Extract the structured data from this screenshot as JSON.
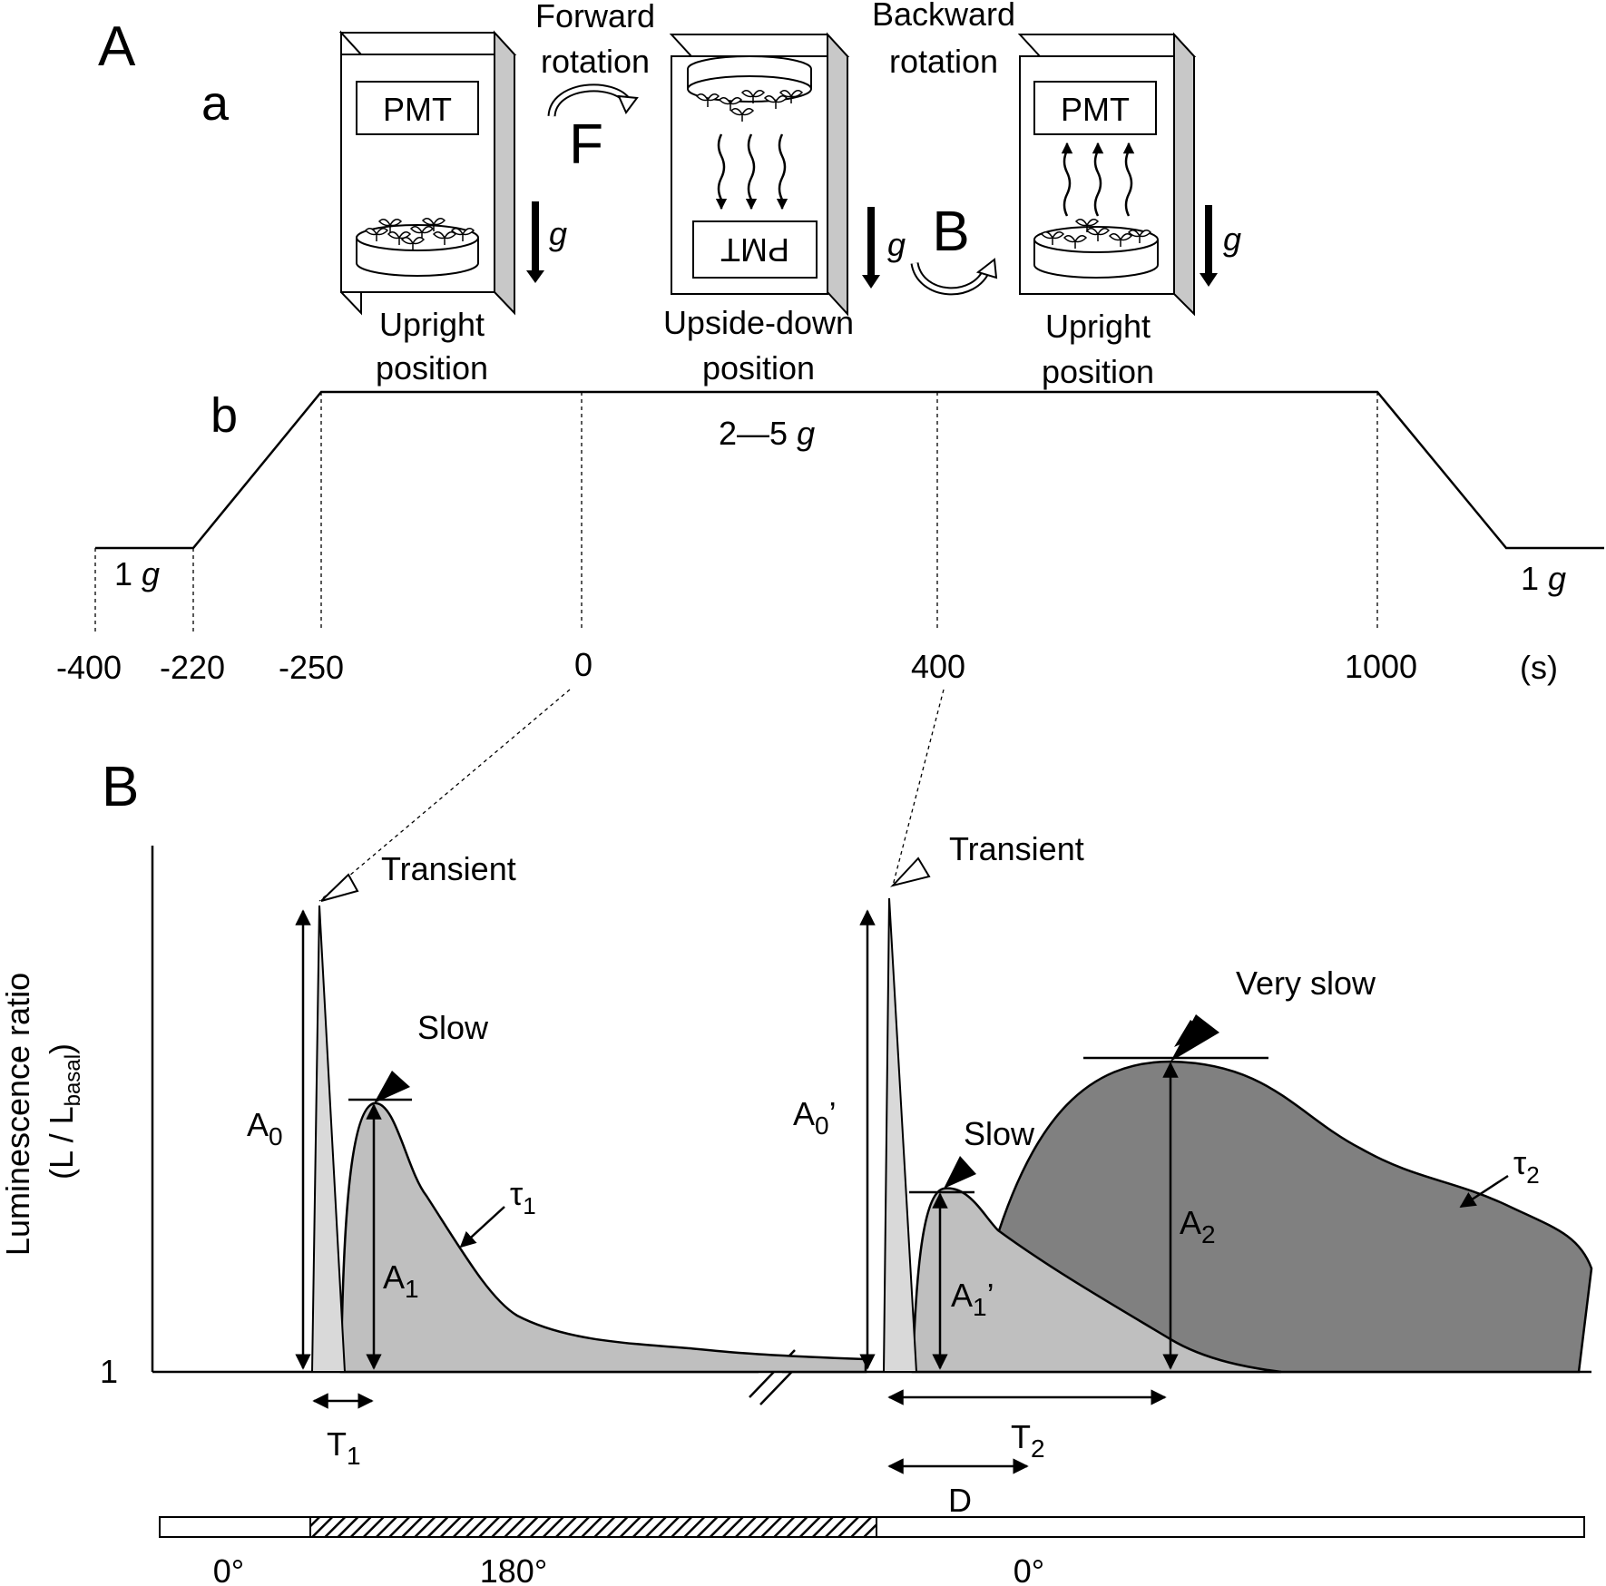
{
  "panels": {
    "A": "A",
    "a": "a",
    "b": "b",
    "B": "B"
  },
  "panel_a": {
    "forward_rotation_line1": "Forward",
    "forward_rotation_line2": "rotation",
    "forward_letter": "F",
    "backward_rotation_line1": "Backward",
    "backward_rotation_line2": "rotation",
    "backward_letter": "B",
    "detector_label": "PMT",
    "gravity_symbol": "g",
    "positions": [
      {
        "line1": "Upright",
        "line2": "position"
      },
      {
        "line1": "Upside-down",
        "line2": "position"
      },
      {
        "line1": "Upright",
        "line2": "position"
      }
    ]
  },
  "panel_b": {
    "hypergravity_label": "2—5",
    "hypergravity_unit": "g",
    "baseline_left": "1",
    "baseline_right": "1",
    "baseline_unit": "g",
    "time_ticks": [
      "-400",
      "-220",
      "-250",
      "0",
      "400",
      "1000"
    ],
    "time_unit": "(s)"
  },
  "panel_B": {
    "ylabel_main": "Luminescence ratio",
    "ylabel_sub_open": "(L / L",
    "ylabel_sub_subscript": "basal",
    "ylabel_sub_close": ")",
    "y_tick": "1",
    "transient_1": "Transient",
    "transient_2": "Transient",
    "slow_1": "Slow",
    "slow_2": "Slow",
    "very_slow": "Very slow",
    "A0": {
      "base": "A",
      "sub": "0"
    },
    "A1": {
      "base": "A",
      "sub": "1"
    },
    "A0p": {
      "base": "A",
      "sub": "0",
      "prime": "’"
    },
    "A1p": {
      "base": "A",
      "sub": "1",
      "prime": "’"
    },
    "A2": {
      "base": "A",
      "sub": "2"
    },
    "tau1": {
      "base": "τ",
      "sub": "1"
    },
    "tau2": {
      "base": "τ",
      "sub": "2"
    },
    "T1": {
      "base": "T",
      "sub": "1"
    },
    "T2": {
      "base": "T",
      "sub": "2"
    },
    "D": "D",
    "angles": [
      {
        "label": "0°"
      },
      {
        "label": "180°"
      },
      {
        "label": "0°"
      }
    ]
  },
  "colors": {
    "transient_fill": "#d9d9d9",
    "slow_fill": "#bfbfbf",
    "very_slow_fill": "#808080",
    "ink": "#000000"
  }
}
